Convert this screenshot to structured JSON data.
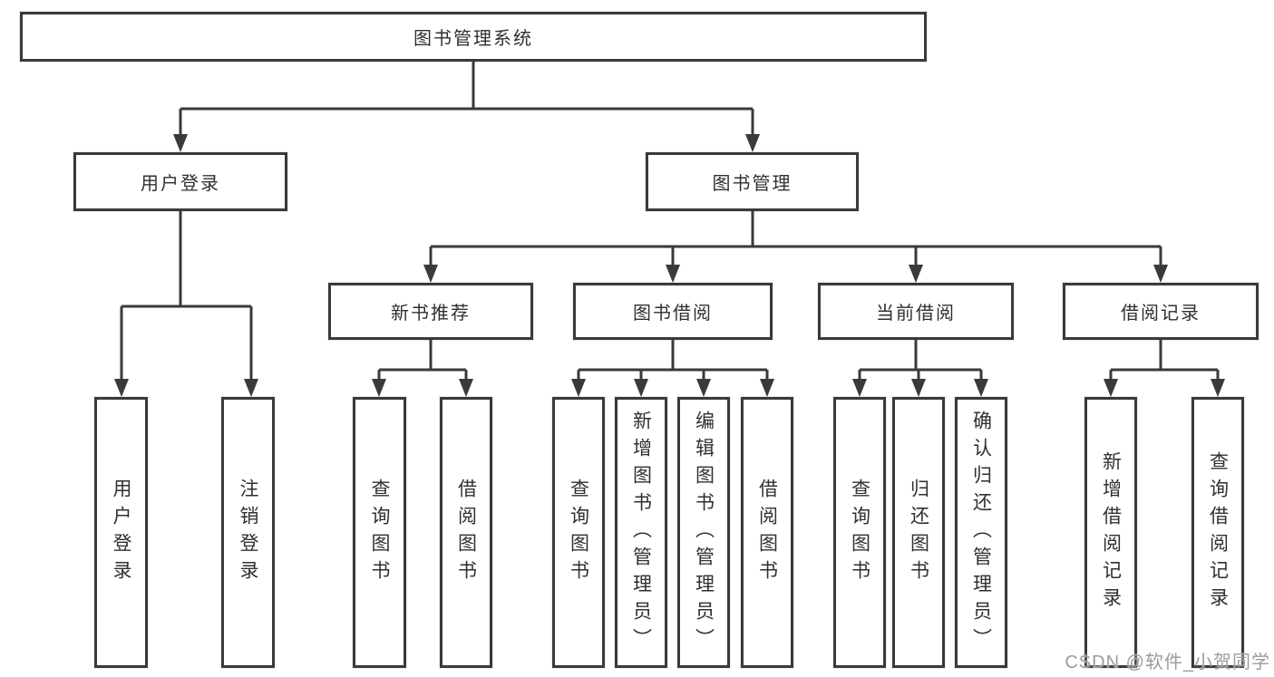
{
  "title": "图书管理系统",
  "level2": [
    {
      "label": "用户登录"
    },
    {
      "label": "图书管理"
    }
  ],
  "level3": [
    {
      "label": "新书推荐",
      "parent": "图书管理"
    },
    {
      "label": "图书借阅",
      "parent": "图书管理"
    },
    {
      "label": "当前借阅",
      "parent": "图书管理"
    },
    {
      "label": "借阅记录",
      "parent": "图书管理"
    }
  ],
  "leaves": [
    {
      "label": "用户登录",
      "parent": "用户登录"
    },
    {
      "label": "注销登录",
      "parent": "用户登录"
    },
    {
      "label": "查询图书",
      "parent": "新书推荐"
    },
    {
      "label": "借阅图书",
      "parent": "新书推荐"
    },
    {
      "label": "查询图书",
      "parent": "图书借阅"
    },
    {
      "label": "新增图书（管理员）",
      "parent": "图书借阅"
    },
    {
      "label": "编辑图书（管理员）",
      "parent": "图书借阅"
    },
    {
      "label": "借阅图书",
      "parent": "图书借阅"
    },
    {
      "label": "查询图书",
      "parent": "当前借阅"
    },
    {
      "label": "归还图书",
      "parent": "当前借阅"
    },
    {
      "label": "确认归还（管理员）",
      "parent": "当前借阅"
    },
    {
      "label": "新增借阅记录",
      "parent": "借阅记录"
    },
    {
      "label": "查询借阅记录",
      "parent": "借阅记录"
    }
  ],
  "watermark": "CSDN @软件_小贺同学",
  "colors": {
    "line": "#3a3a3a",
    "border": "#3a3a3a",
    "text": "#303030",
    "watermark": "#9b9b9b",
    "background": "#ffffff"
  }
}
